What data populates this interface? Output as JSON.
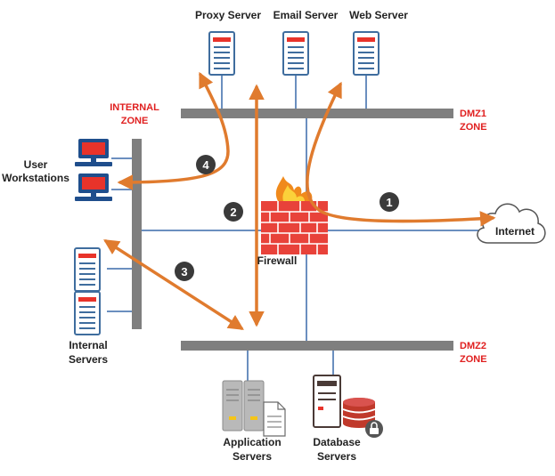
{
  "colors": {
    "bus": "#7f7f7f",
    "link": "#6b8fbf",
    "arrow": "#e07b2e",
    "zone_text": "#e02020",
    "label_text": "#222222",
    "server_outline": "#3f6d9e",
    "workstation": "#1f4e8c",
    "workstation_screen": "#e8332a",
    "brick": "#e8423a",
    "badge": "#3a3a3a"
  },
  "labels": {
    "proxy_server": "Proxy Server",
    "email_server": "Email Server",
    "web_server": "Web Server",
    "internal_zone_1": "INTERNAL",
    "internal_zone_2": "ZONE",
    "dmz1_1": "DMZ1",
    "dmz1_2": "ZONE",
    "dmz2_1": "DMZ2",
    "dmz2_2": "ZONE",
    "user_workstations_1": "User",
    "user_workstations_2": "Workstations",
    "internet": "Internet",
    "firewall": "Firewall",
    "internal_servers_1": "Internal",
    "internal_servers_2": "Servers",
    "application_servers_1": "Application",
    "application_servers_2": "Servers",
    "database_servers_1": "Database",
    "database_servers_2": "Servers"
  },
  "badges": [
    "1",
    "2",
    "3",
    "4"
  ],
  "icons": {
    "server": "server-icon",
    "workstation": "workstation-icon",
    "cloud": "cloud-icon",
    "firewall": "firewall-icon",
    "app_servers": "application-servers-icon",
    "db_servers": "database-servers-icon"
  }
}
